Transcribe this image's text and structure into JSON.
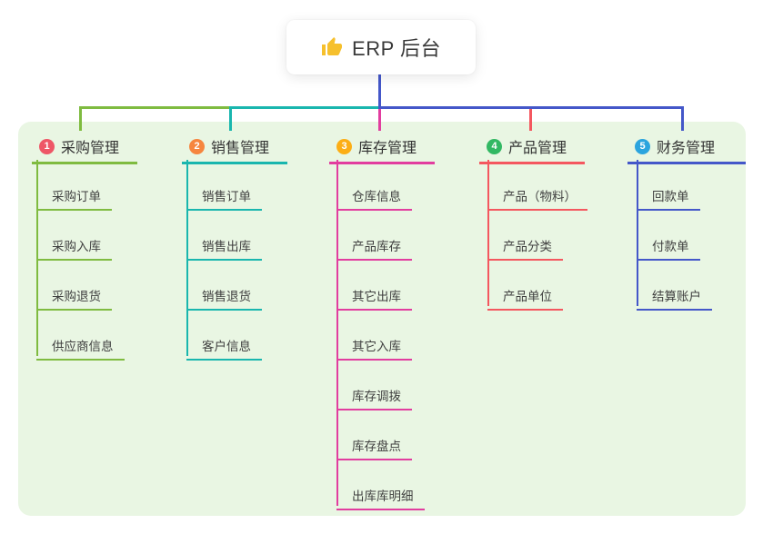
{
  "root": {
    "title": "ERP 后台",
    "icon": "thumbs-up-icon"
  },
  "colors": {
    "panel": "#e9f6e3",
    "root_line": "#4457c9",
    "thumb": "#f6c02d"
  },
  "branches": [
    {
      "num": "1",
      "title": "采购管理",
      "badge_color": "#ee5767",
      "line_color": "#7fbb40",
      "items": [
        "采购订单",
        "采购入库",
        "采购退货",
        "供应商信息"
      ]
    },
    {
      "num": "2",
      "title": "销售管理",
      "badge_color": "#f6863f",
      "line_color": "#19b6ae",
      "items": [
        "销售订单",
        "销售出库",
        "销售退货",
        "客户信息"
      ]
    },
    {
      "num": "3",
      "title": "库存管理",
      "badge_color": "#fcae15",
      "line_color": "#e23d9f",
      "items": [
        "仓库信息",
        "产品库存",
        "其它出库",
        "其它入库",
        "库存调拨",
        "库存盘点",
        "出库库明细"
      ]
    },
    {
      "num": "4",
      "title": "产品管理",
      "badge_color": "#32b863",
      "line_color": "#f4575f",
      "items": [
        "产品（物料）",
        "产品分类",
        "产品单位"
      ]
    },
    {
      "num": "5",
      "title": "财务管理",
      "badge_color": "#2ba4de",
      "line_color": "#4457c9",
      "items": [
        "回款单",
        "付款单",
        "结算账户"
      ]
    }
  ]
}
